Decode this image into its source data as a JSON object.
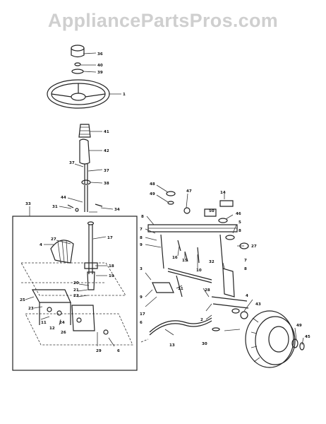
{
  "watermark": "AppliancePartsPros.com",
  "callouts": [
    {
      "id": "c36",
      "text": "36"
    },
    {
      "id": "c40",
      "text": "40"
    },
    {
      "id": "c39",
      "text": "39"
    },
    {
      "id": "c1",
      "text": "1"
    },
    {
      "id": "c41",
      "text": "41"
    },
    {
      "id": "c42",
      "text": "42"
    },
    {
      "id": "c37a",
      "text": "37"
    },
    {
      "id": "c37b",
      "text": "37"
    },
    {
      "id": "c38",
      "text": "38"
    },
    {
      "id": "c44",
      "text": "44"
    },
    {
      "id": "c31",
      "text": "31"
    },
    {
      "id": "c34",
      "text": "34"
    },
    {
      "id": "c33",
      "text": "33"
    },
    {
      "id": "c17",
      "text": "17"
    },
    {
      "id": "c27a",
      "text": "27"
    },
    {
      "id": "c4a",
      "text": "4"
    },
    {
      "id": "c18",
      "text": "18"
    },
    {
      "id": "c19",
      "text": "19"
    },
    {
      "id": "c20",
      "text": "20"
    },
    {
      "id": "c21",
      "text": "21"
    },
    {
      "id": "c22",
      "text": "22"
    },
    {
      "id": "c25",
      "text": "25"
    },
    {
      "id": "c23",
      "text": "23"
    },
    {
      "id": "c24",
      "text": "24"
    },
    {
      "id": "c11a",
      "text": "11"
    },
    {
      "id": "c12",
      "text": "12"
    },
    {
      "id": "c26",
      "text": "26"
    },
    {
      "id": "c29",
      "text": "29"
    },
    {
      "id": "c6a",
      "text": "6"
    },
    {
      "id": "c48",
      "text": "48"
    },
    {
      "id": "c49",
      "text": "49"
    },
    {
      "id": "c47",
      "text": "47"
    },
    {
      "id": "c14",
      "text": "14"
    },
    {
      "id": "c8a",
      "text": "8"
    },
    {
      "id": "c7a",
      "text": "7"
    },
    {
      "id": "c8b",
      "text": "8"
    },
    {
      "id": "c9a",
      "text": "9"
    },
    {
      "id": "c16",
      "text": "16"
    },
    {
      "id": "c15",
      "text": "15"
    },
    {
      "id": "c10",
      "text": "10"
    },
    {
      "id": "c50",
      "text": "50"
    },
    {
      "id": "c46",
      "text": "46"
    },
    {
      "id": "c5",
      "text": "5"
    },
    {
      "id": "c8c",
      "text": "8"
    },
    {
      "id": "c27b",
      "text": "27"
    },
    {
      "id": "c32",
      "text": "32"
    },
    {
      "id": "c7b",
      "text": "7"
    },
    {
      "id": "c8d",
      "text": "8"
    },
    {
      "id": "c3",
      "text": "3"
    },
    {
      "id": "c11b",
      "text": "11"
    },
    {
      "id": "c9b",
      "text": "9"
    },
    {
      "id": "c28",
      "text": "28"
    },
    {
      "id": "c4b",
      "text": "4"
    },
    {
      "id": "c43",
      "text": "43"
    },
    {
      "id": "c17b",
      "text": "17"
    },
    {
      "id": "c6b",
      "text": "6"
    },
    {
      "id": "c13",
      "text": "13"
    },
    {
      "id": "c2",
      "text": "2"
    },
    {
      "id": "c30",
      "text": "30"
    },
    {
      "id": "c49b",
      "text": "49"
    },
    {
      "id": "c45",
      "text": "45"
    }
  ]
}
